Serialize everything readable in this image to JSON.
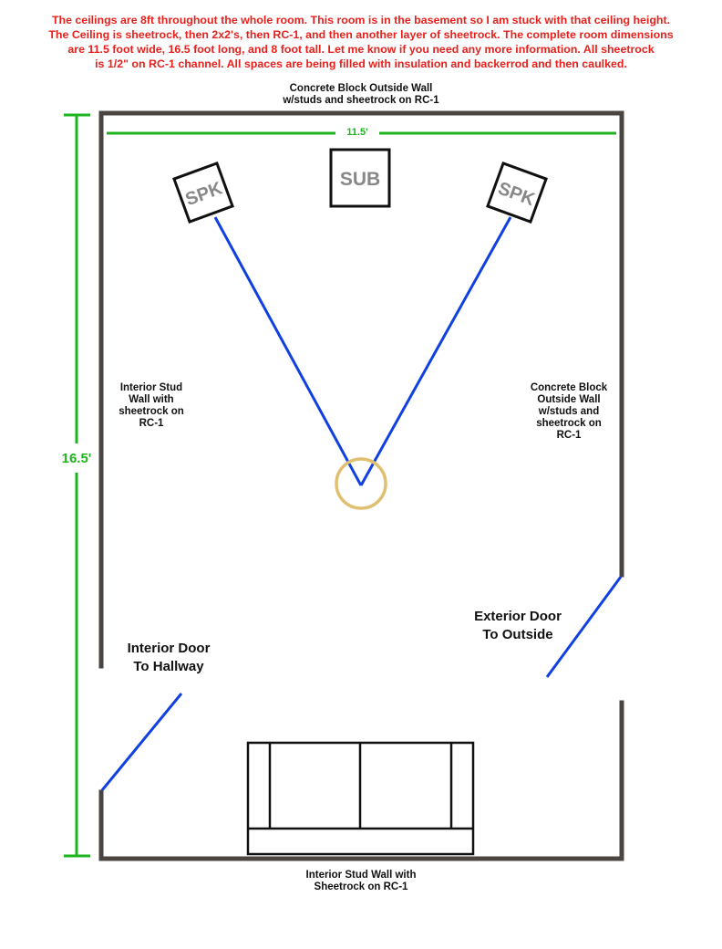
{
  "note_lines": [
    "The ceilings are 8ft throughout the whole room.  This room is in the basement so I am stuck with that ceiling height.",
    "The Ceiling is sheetrock, then 2x2's, then RC-1, and then another layer of sheetrock.  The complete room dimensions",
    "are 11.5 foot wide, 16.5 foot long, and 8 foot tall.  Let me know if you need any more information.  All sheetrock",
    "is 1/2\" on RC-1 channel.  All spaces are being filled with insulation and backerrod and then caulked."
  ],
  "top_wall_label": [
    "Concrete Block Outside Wall",
    "w/studs and sheetrock on RC-1"
  ],
  "width_label": "11.5'",
  "length_label": "16.5'",
  "sub_label": "SUB",
  "speaker_left_label": "SPK",
  "speaker_right_label": "SPK",
  "left_wall_label": [
    "Interior Stud",
    "Wall with",
    "sheetrock on",
    "RC-1"
  ],
  "right_wall_label": [
    "Concrete Block",
    "Outside Wall",
    "w/studs and",
    "sheetrock on",
    "RC-1"
  ],
  "exterior_door_label": [
    "Exterior Door",
    "To Outside"
  ],
  "interior_door_label": [
    "Interior Door",
    "To Hallway"
  ],
  "bottom_wall_label": [
    "Interior Stud Wall with",
    "Sheetrock on RC-1"
  ],
  "colors": {
    "wall": "#4a4540",
    "dimension": "#1fb31f",
    "speaker_line": "#1040e0",
    "door": "#1040e0",
    "listening_position": "#e0c070",
    "note": "#e8201c",
    "speaker_text": "#888888"
  }
}
